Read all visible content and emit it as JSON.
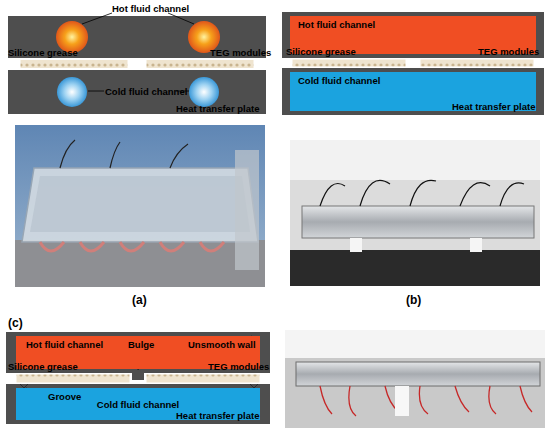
{
  "diagram": {
    "nodes": [
      {
        "text": [
          "Hot fluid channel"
        ]
      },
      {
        "text": [
          "Cold fluid channel"
        ]
      },
      {
        "text": [
          "Hot fluid channel"
        ]
      },
      {
        "text": [
          "Cold fluid channel"
        ]
      }
    ],
    "labels": [
      "Hot fluid channel",
      "Silicone grease",
      "TEG modules",
      "Cold fluid channel",
      "Heat transfer plate",
      "Silicone grease",
      "TEG modules",
      "Heat transfer plate",
      "(a)",
      "(b)",
      "Bulge",
      "Unsmooth wall",
      "Silicone grease",
      "TEG modules",
      "Groove",
      "Heat transfer plate",
      "(c)"
    ]
  }
}
